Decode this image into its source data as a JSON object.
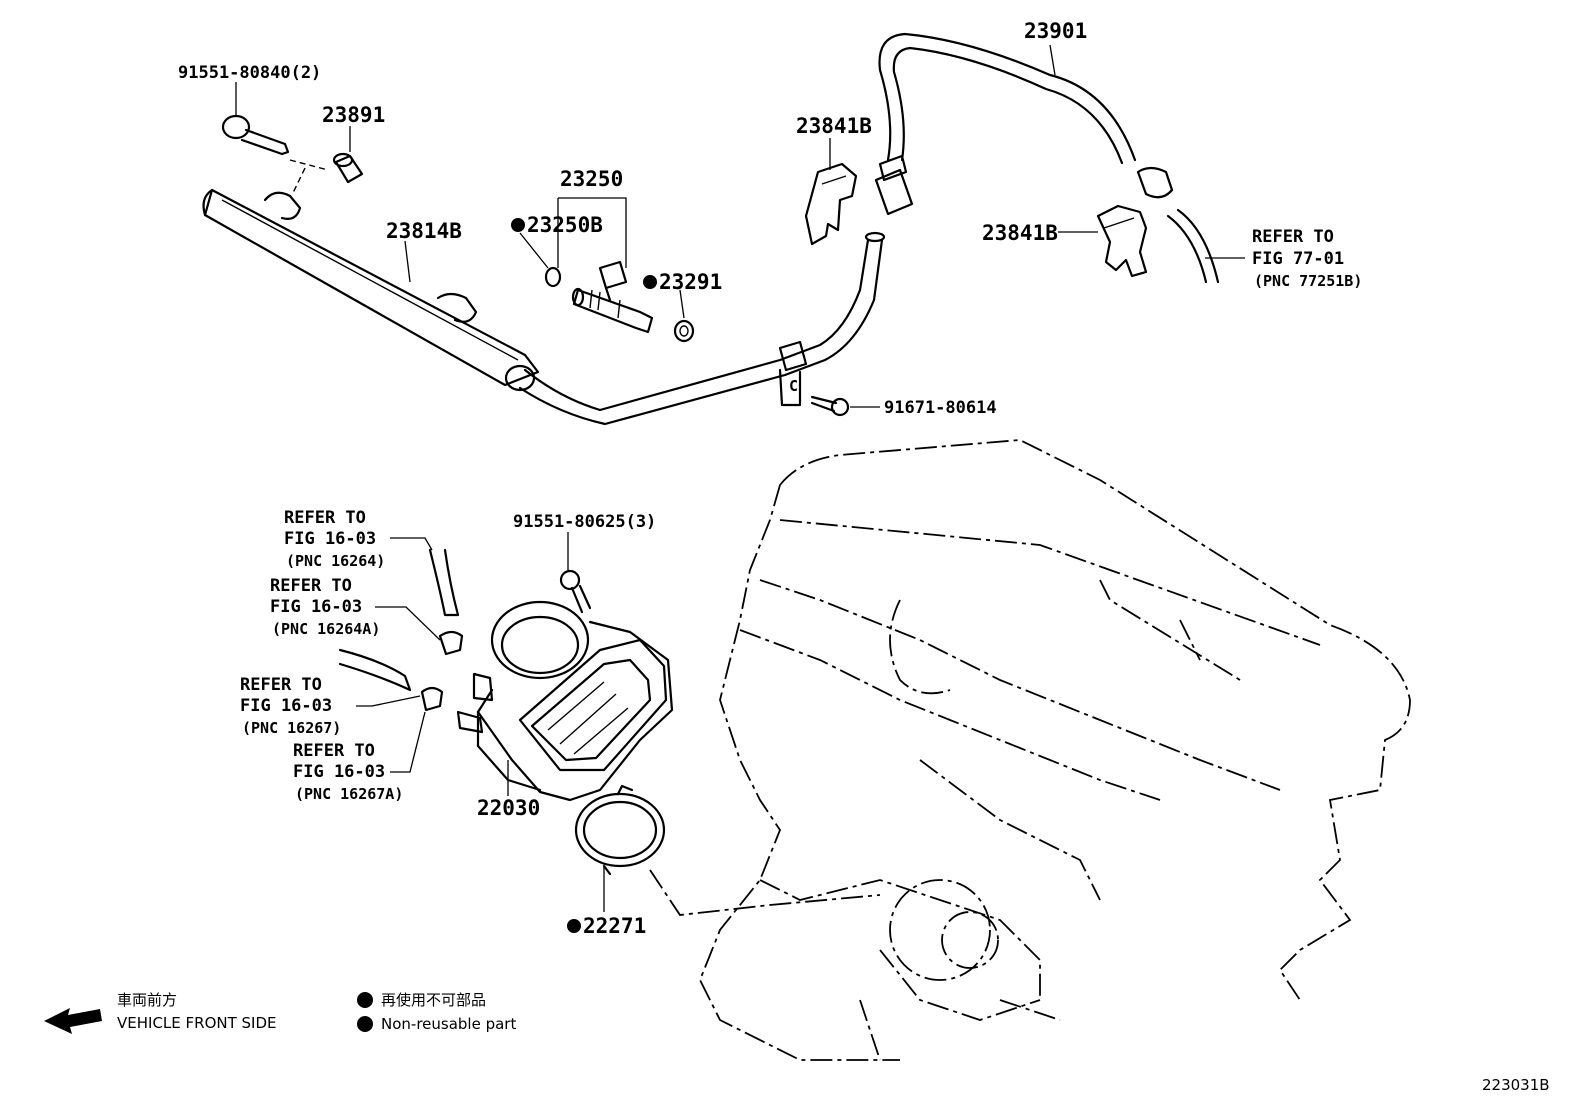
{
  "parts": {
    "bolt_top": "91551-80840(2)",
    "grommet": "23891",
    "fuel_hose": "23901",
    "clamp_upper": "23841B",
    "clamp_right": "23841B",
    "delivery_pipe": "23814B",
    "injector": "23250",
    "injector_oring": "23250B",
    "insulator": "23291",
    "bolt_pipe": "91671-80614",
    "bolt_throttle": "91551-80625(3)",
    "throttle_body": "22030",
    "gasket": "22271"
  },
  "refers": {
    "r77": [
      "REFER TO",
      "FIG 77-01",
      "(PNC 77251B)"
    ],
    "r16264": [
      "REFER TO",
      "FIG 16-03",
      "(PNC 16264)"
    ],
    "r16264a": [
      "REFER TO",
      "FIG 16-03",
      "(PNC 16264A)"
    ],
    "r16267": [
      "REFER TO",
      "FIG 16-03",
      "(PNC 16267)"
    ],
    "r16267a": [
      "REFER TO",
      "FIG 16-03",
      "(PNC 16267A)"
    ]
  },
  "legend": {
    "front_jp": "車両前方",
    "front_en": "VEHICLE FRONT SIDE",
    "nonreuse_jp": "再使用不可部品",
    "nonreuse_en": "Non-reusable part"
  },
  "figure_id": "223031B"
}
